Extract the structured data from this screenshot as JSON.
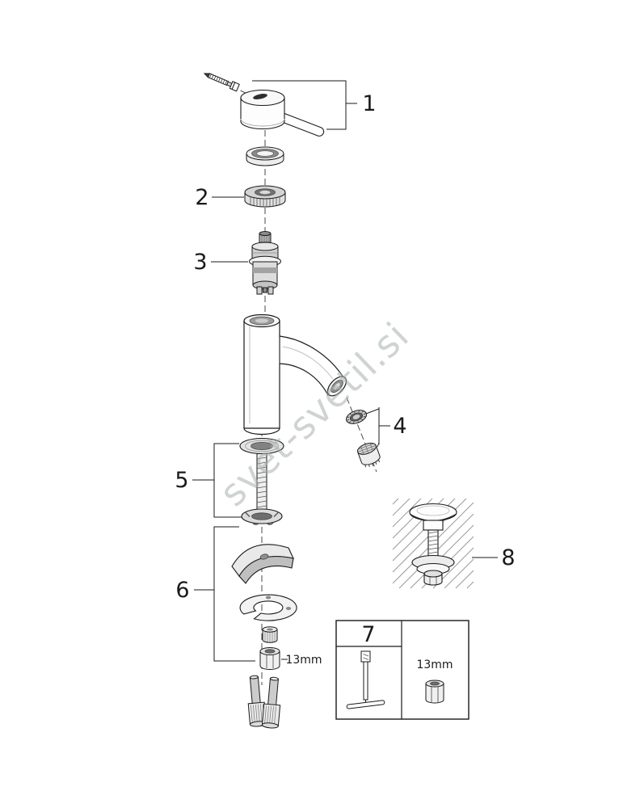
{
  "diagram": {
    "watermark": "svet-svetil.si",
    "callouts": {
      "c1": "1",
      "c2": "2",
      "c3": "3",
      "c4": "4",
      "c5": "5",
      "c6": "6",
      "c7": "7",
      "c8": "8"
    },
    "annotations": {
      "nut_size_main": "13mm",
      "nut_size_inset": "13mm"
    },
    "colors": {
      "line": "#1a1a1a",
      "shade_light": "#e6e6e6",
      "shade_mid": "#a8a8a8",
      "shade_dark": "#5f5f5f",
      "watermark": "#a9b0b0"
    }
  }
}
